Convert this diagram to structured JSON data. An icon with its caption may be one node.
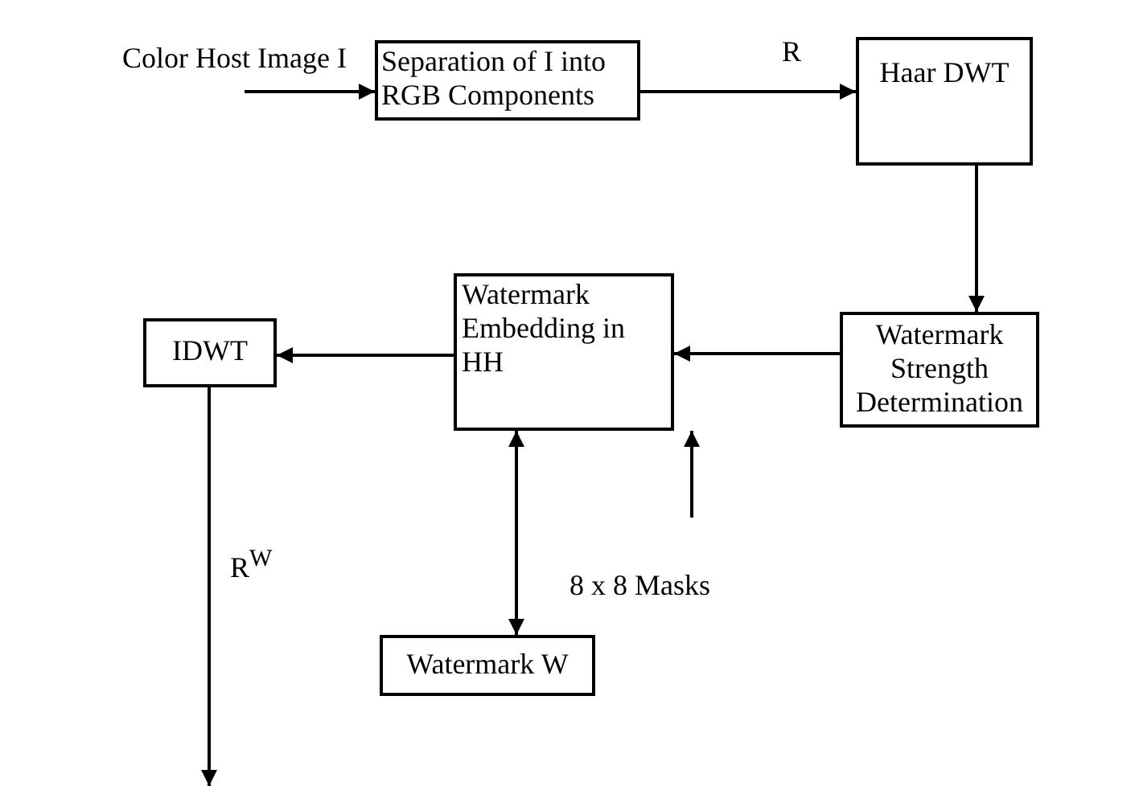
{
  "diagram": {
    "nodes": [
      {
        "text": [
          "Color Host Image I"
        ]
      },
      {
        "text": [
          "Separation of I into RGB Components"
        ]
      },
      {
        "text": [
          "Haar DWT"
        ]
      },
      {
        "text": [
          "Watermark Strength Determination"
        ]
      },
      {
        "text": [
          "Watermark Embedding in HH"
        ]
      },
      {
        "text": [
          "IDWT"
        ]
      },
      {
        "text": [
          "8 x 8 Masks"
        ]
      },
      {
        "text": [
          "Watermark W"
        ]
      }
    ],
    "edges": [
      {
        "from": 0,
        "to": 1,
        "arrow": "to"
      },
      {
        "from": 1,
        "to": 2,
        "arrow": "to",
        "label": "R"
      },
      {
        "from": 2,
        "to": 3,
        "arrow": "to"
      },
      {
        "from": 3,
        "to": 4,
        "arrow": "to"
      },
      {
        "from": 4,
        "to": 5,
        "arrow": "to"
      },
      {
        "from": 6,
        "to": 4,
        "arrow": "to"
      },
      {
        "from": 4,
        "to": 7,
        "arrow": "both"
      },
      {
        "from": 5,
        "to": null,
        "arrow": "to",
        "label": "R$^{W}$"
      }
    ]
  }
}
